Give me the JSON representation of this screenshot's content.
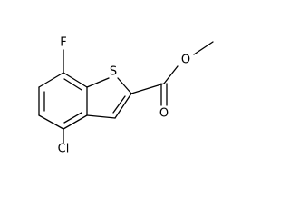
{
  "molecule": {
    "atoms": {
      "fluorine": "F",
      "sulfur": "S",
      "chlorine": "Cl",
      "oxygen_ether": "O",
      "oxygen_carbonyl": "O"
    },
    "colors": {
      "bonds": "#000000",
      "labels": "#000000",
      "background": "#ffffff"
    }
  }
}
